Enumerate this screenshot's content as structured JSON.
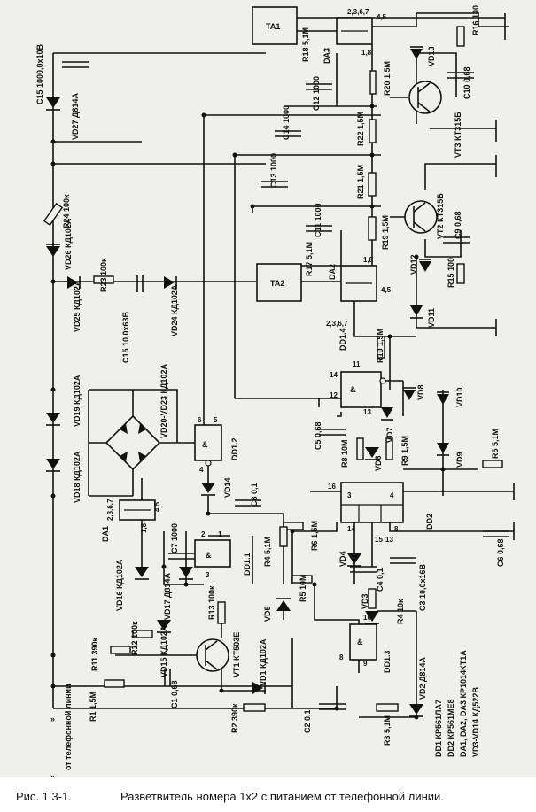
{
  "caption": {
    "figure": "Рис. 1.3-1.",
    "text": "Разветвитель номера 1х2 с питанием от телефонной линии."
  },
  "input": {
    "label": "от телефонной линии"
  },
  "modules": {
    "ta1": "TA1",
    "ta2": "TA2"
  },
  "ics": {
    "da1": {
      "name": "DA1",
      "pins_a": "2,3,6,7",
      "pins_b": "4,5",
      "pins_c": "1,8"
    },
    "da2": {
      "name": "DA2",
      "pins_a": "2,3,6,7",
      "pins_b": "4,5",
      "pins_c": "1,8"
    },
    "da3": {
      "name": "DA3",
      "pins_a": "2,3,6,7",
      "pins_b": "4,5",
      "pins_c": "1,8"
    },
    "dd1_1": "DD1.1",
    "dd1_2": "DD1.2",
    "dd1_3": "DD1.3",
    "dd1_4": "DD1.4",
    "dd2": "DD2"
  },
  "components": {
    "c15": "C15 1000,0x10В",
    "vd27": "VD27 Д814А",
    "r24": "R24 100к",
    "vd26": "VD26 КД102А",
    "r23": "R23 100к",
    "vd25": "VD25 КД102А",
    "c15b": "C15 10,0х63В",
    "vd24": "VD24 КД102А",
    "vd19": "VD19 КД102А",
    "vd20": "VD20-VD23 КД102А",
    "vd18": "VD18 КД102А",
    "c7": "C7 1000",
    "vd16": "VD16 КД102А",
    "vd17": "VD17 Д814А",
    "vd15": "VD15 КД102А",
    "r11": "R11 390к",
    "r12": "R12 100к",
    "r13": "R13 100к",
    "vt1": "VT1 КТ503Е",
    "vd5": "VD5",
    "vd1": "VD1 КД102А",
    "r1": "R1 1,5М",
    "c1": "C1 0,68",
    "r2": "R2 390к",
    "c2": "C2 0,1",
    "r3": "R3 5,1М",
    "vd2": "VD2 Д814А",
    "vd3": "VD3",
    "vd4": "VD4",
    "r5": "R5 10М",
    "c4": "C4 0,1",
    "r4": "R4 10к",
    "c3": "C3 10,0х16В",
    "r6": "R6 1,5М",
    "r4b": "R4 5,1М",
    "c8": "C8 0,1",
    "vd14": "VD14",
    "c5": "C5 0,68",
    "r8": "R8 10М",
    "vd6": "VD6",
    "vd7": "VD7",
    "r9": "R9 1,5М",
    "vd8": "VD8",
    "vd9": "VD9",
    "vd10": "VD10",
    "r5b": "R5 5,1М",
    "c6": "C6 0,68",
    "r10": "R10 1,5М",
    "vd11": "VD11",
    "vd12": "VD12",
    "r15": "R15 100",
    "r17": "R17 5,1М",
    "r19": "R19 1,5М",
    "c11": "C11 1000",
    "c13": "C13 1000",
    "r21": "R21 1,5М",
    "vt2": "VT2 КТ315Б",
    "c9": "C9 0,68",
    "r22": "R22 1,5М",
    "c14": "C14 1000",
    "vt3": "VT3 КТ315Б",
    "c12": "C12 1000",
    "r20": "R20 1,5М",
    "r18": "R18 5,1М",
    "vd13": "VD13",
    "c10": "C10 0,68",
    "r16": "R16 100"
  },
  "legend": {
    "line1": "DD1 КР561ЛА7",
    "line2": "DD2 КР561МЕ8",
    "line3": "DA1, DA2, DA3  КР1014КТ1А",
    "line4": "VD3-VD14  КД522В"
  },
  "pins": {
    "p1": "1",
    "p2": "2",
    "p3": "3",
    "p4": "4",
    "p5": "5",
    "p6": "6",
    "p8": "8",
    "p9": "9",
    "p10": "10",
    "p11": "11",
    "p12": "12",
    "p13": "13",
    "p14": "14",
    "p15": "15",
    "p16": "16",
    "p8b": "8",
    "p3b": "3",
    "p4b": "4",
    "p13b": "13",
    "p14b": "14"
  }
}
